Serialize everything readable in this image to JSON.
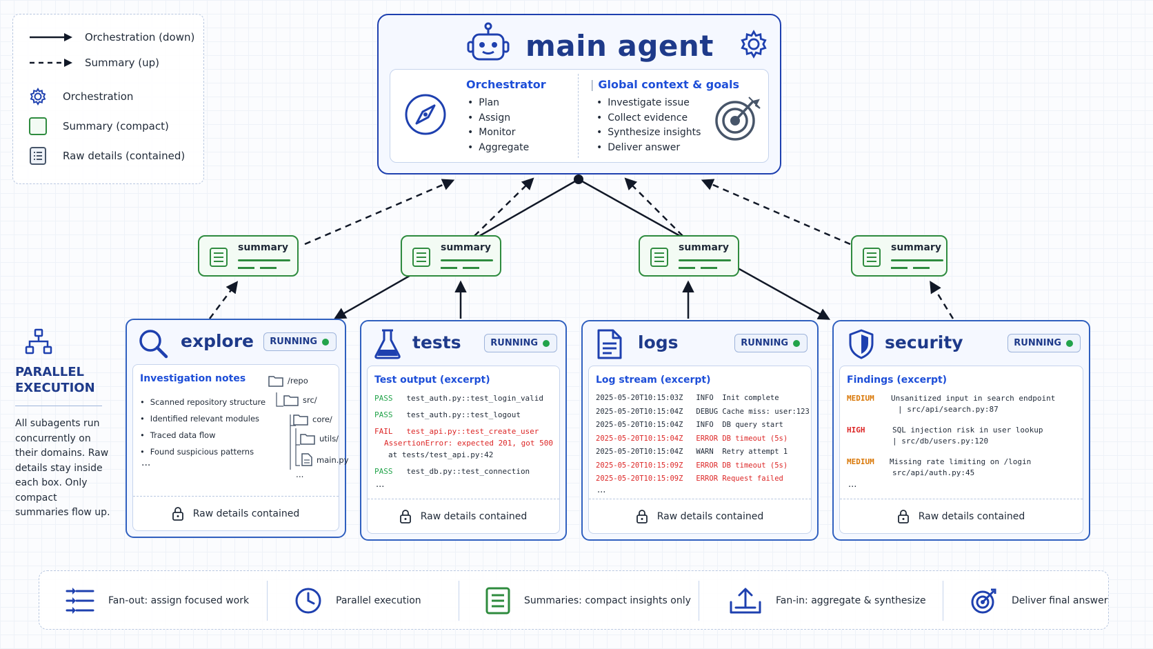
{
  "legend": {
    "orchestration_down": "Orchestration (down)",
    "summary_up": "Summary (up)",
    "orchestration": "Orchestration",
    "summary_compact": "Summary (compact)",
    "raw_details_contained": "Raw details (contained)",
    "icons": [
      "arrow-solid",
      "arrow-dashed",
      "gear-icon",
      "green-square-icon",
      "document-list-icon"
    ]
  },
  "main_agent": {
    "title": "main agent",
    "orchestrator": {
      "title": "Orchestrator",
      "items": [
        "Plan",
        "Assign",
        "Monitor",
        "Aggregate"
      ]
    },
    "global_context": {
      "title": "Global context & goals",
      "items": [
        "Investigate issue",
        "Collect evidence",
        "Synthesize insights",
        "Deliver answer"
      ]
    }
  },
  "summary_label": "summary",
  "status_running": "RUNNING",
  "raw_details_contained": "Raw details contained",
  "parallel_execution": {
    "title_line1": "PARALLEL",
    "title_line2": "EXECUTION",
    "body": "All subagents run concurrently on their domains. Raw details stay inside each box. Only compact summaries flow up."
  },
  "agents": {
    "explore": {
      "name": "explore",
      "panel_title": "Investigation notes",
      "notes": [
        "Scanned repository structure",
        "Identified relevant modules",
        "Traced data flow",
        "Found suspicious patterns"
      ],
      "ellipsis": "...",
      "tree": [
        "/repo",
        "src/",
        "core/",
        "utils/",
        "main.py"
      ],
      "tree_ellipsis": "..."
    },
    "tests": {
      "name": "tests",
      "panel_title": "Test output (excerpt)",
      "lines": [
        {
          "status": "PASS",
          "text": "test_auth.py::test_login_valid"
        },
        {
          "status": "PASS",
          "text": "test_auth.py::test_logout"
        },
        {
          "status": "FAIL",
          "text": "test_api.py::test_create_user"
        },
        {
          "status": "",
          "text": "AssertionError: expected 201, got 500"
        },
        {
          "status": "",
          "text": "at tests/test_api.py:42"
        },
        {
          "status": "PASS",
          "text": "test_db.py::test_connection"
        }
      ],
      "ellipsis": "..."
    },
    "logs": {
      "name": "logs",
      "panel_title": "Log stream (excerpt)",
      "lines": [
        {
          "ts": "2025-05-20T10:15:03Z",
          "level": "INFO",
          "msg": "Init complete"
        },
        {
          "ts": "2025-05-20T10:15:04Z",
          "level": "DEBUG",
          "msg": "Cache miss: user:123"
        },
        {
          "ts": "2025-05-20T10:15:04Z",
          "level": "INFO",
          "msg": "DB query start"
        },
        {
          "ts": "2025-05-20T10:15:04Z",
          "level": "ERROR",
          "msg": "DB timeout (5s)"
        },
        {
          "ts": "2025-05-20T10:15:04Z",
          "level": "WARN",
          "msg": "Retry attempt 1"
        },
        {
          "ts": "2025-05-20T10:15:09Z",
          "level": "ERROR",
          "msg": "DB timeout (5s)"
        },
        {
          "ts": "2025-05-20T10:15:09Z",
          "level": "ERROR",
          "msg": "Request failed"
        }
      ],
      "ellipsis": "..."
    },
    "security": {
      "name": "security",
      "panel_title": "Findings (excerpt)",
      "findings": [
        {
          "severity": "MEDIUM",
          "line1": "Unsanitized input in search endpoint",
          "line2": "| src/api/search.py:87"
        },
        {
          "severity": "HIGH",
          "line1": "SQL injection risk in user lookup",
          "line2": "| src/db/users.py:120"
        },
        {
          "severity": "MEDIUM",
          "line1": "Missing rate limiting on /login",
          "line2": "src/api/auth.py:45"
        }
      ],
      "ellipsis": "..."
    }
  },
  "footer": {
    "fan_out": "Fan-out: assign focused work",
    "parallel": "Parallel execution",
    "summaries": "Summaries: compact insights only",
    "fan_in": "Fan-in: aggregate & synthesize",
    "deliver": "Deliver final answer"
  },
  "colors": {
    "primary": "#1e40af",
    "summary_green": "#2e8b3e",
    "running_dot": "#22a34a",
    "error_red": "#dc2626",
    "medium_orange": "#d97706"
  }
}
